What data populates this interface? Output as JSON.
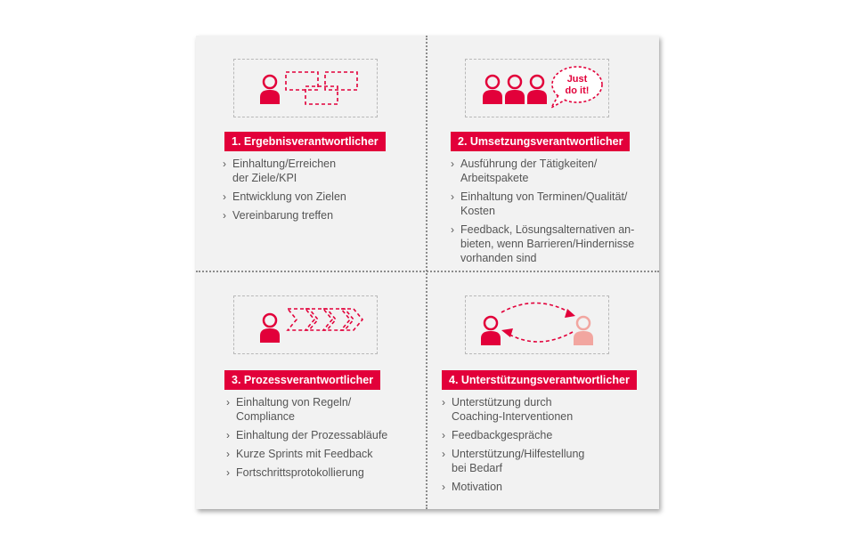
{
  "colors": {
    "accent": "#e2003a",
    "accent_light": "#f2a6a0",
    "panel_bg": "#f2f2f2",
    "text": "#555555",
    "dash_frame": "#b9b9b9"
  },
  "quadrants": [
    {
      "title": "1. Ergebnisverantwortlicher",
      "icon": "person-with-goal-boxes-icon",
      "items": [
        "Einhaltung/Erreichen\nder Ziele/KPI",
        "Entwicklung von Zielen",
        "Vereinbarung treffen"
      ]
    },
    {
      "title": "2. Umsetzungsverantwortlicher",
      "icon": "three-persons-speech-bubble-icon",
      "speech": "Just\ndo it!",
      "items": [
        "Ausführung der Tätigkeiten/\nArbeitspakete",
        "Einhaltung von Terminen/Qualität/\nKosten",
        "Feedback, Lösungsalternativen an-\nbieten, wenn Barrieren/Hindernisse\nvorhanden sind"
      ]
    },
    {
      "title": "3. Prozessverantwortlicher",
      "icon": "person-with-process-arrows-icon",
      "items": [
        "Einhaltung von Regeln/\nCompliance",
        "Einhaltung der Prozessabläufe",
        "Kurze Sprints mit Feedback",
        "Fortschrittsprotokollierung"
      ]
    },
    {
      "title": "4. Unterstützungsverantwortlicher",
      "icon": "two-persons-exchange-icon",
      "items": [
        "Unterstützung durch\nCoaching-Interventionen",
        "Feedbackgespräche",
        "Unterstützung/Hilfestellung\nbei Bedarf",
        "Motivation"
      ]
    }
  ]
}
